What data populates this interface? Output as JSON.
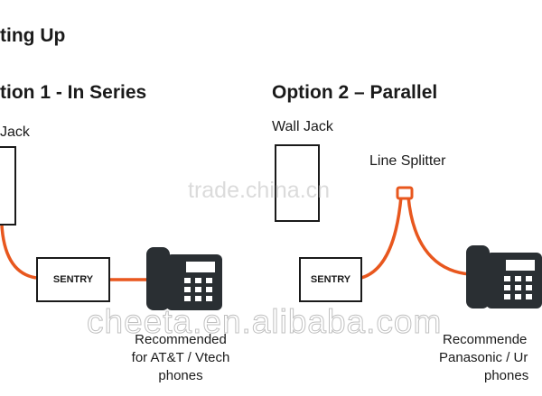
{
  "heading": "ting Up",
  "option1": {
    "title": "tion 1 - In Series",
    "wall_jack_label": "Jack",
    "sentry_label": "SENTRY",
    "caption": [
      "Recommended",
      "for AT&T / Vtech",
      "phones"
    ]
  },
  "option2": {
    "title": "Option 2 – Parallel",
    "wall_jack_label": "Wall Jack",
    "splitter_label": "Line Splitter",
    "sentry_label": "SENTRY",
    "caption": [
      "Recommende",
      "Panasonic /  Ur",
      "phones"
    ]
  },
  "watermarks": {
    "top": "trade.china.cn",
    "bottom": "cheeta.en.alibaba.com"
  },
  "colors": {
    "cable": "#e8571e",
    "phone_body": "#2a2f33",
    "phone_screen": "#ffffff"
  },
  "icons": {
    "phone": "desk-phone-icon"
  }
}
